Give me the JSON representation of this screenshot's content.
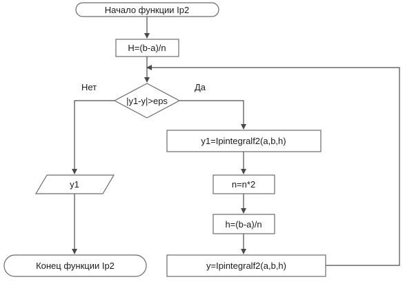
{
  "flowchart": {
    "start": "Начало функции Ip2",
    "init_h": "H=(b-a)/n",
    "condition": "|y1-y|>eps",
    "no_label": "Нет",
    "yes_label": "Да",
    "step_y1": "y1=Ipintegralf2(a,b,h)",
    "step_n": "n=n*2",
    "step_h": "h=(b-a)/n",
    "step_y": "y=Ipintegralf2(a,b,h)",
    "output_y1": "y1",
    "end": "Конец функции Ip2"
  }
}
